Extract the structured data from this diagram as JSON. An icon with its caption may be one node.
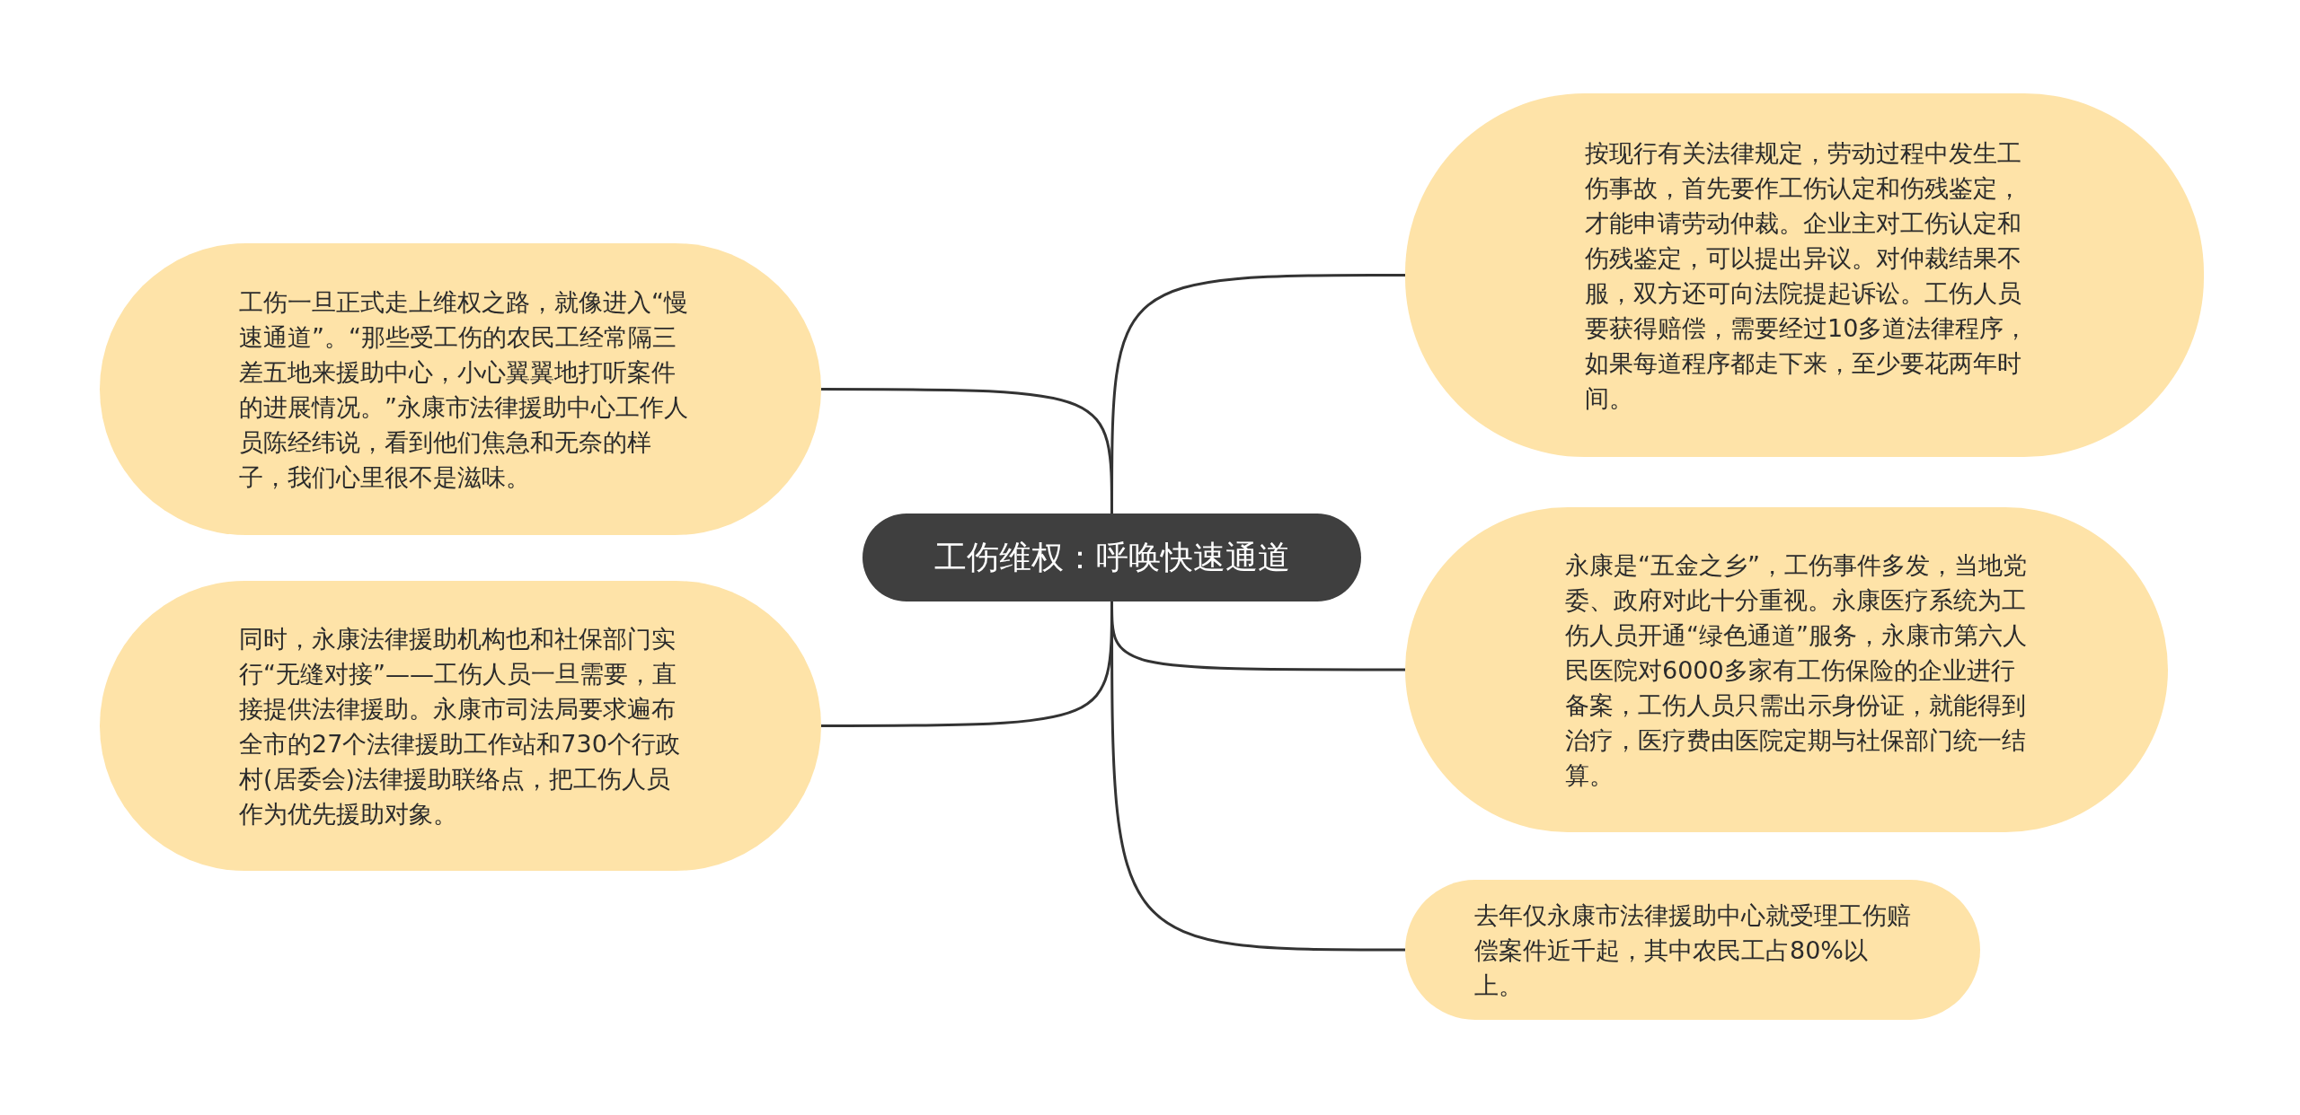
{
  "diagram": {
    "nodes": [
      {
        "text": [
          "工伤维权：呼唤快速通道"
        ]
      },
      {
        "text": [
          "工伤一旦正式走上维权之路，就像进入“慢速通道”。“那些受工伤的农民工经常隔三差五地来援助中心，小心翼翼地打听案件的进展情况。”永康市法律援助中心工作人员陈经纬说，看到他们焦急和无奈的样子，我们心里很不是滋味。"
        ]
      },
      {
        "text": [
          "同时，永康法律援助机构也和社保部门实行“无缝对接”——工伤人员一旦需要，直接提供法律援助。永康市司法局要求遍布全市的27个法律援助工作站和730个行政村(居委会)法律援助联络点，把工伤人员作为优先援助对象。"
        ]
      },
      {
        "text": [
          "按现行有关法律规定，劳动过程中发生工伤事故，首先要作工伤认定和伤残鉴定，才能申请劳动仲裁。企业主对工伤认定和伤残鉴定，可以提出异议。对仲裁结果不服，双方还可向法院提起诉讼。工伤人员要获得赔偿，需要经过10多道法律程序，如果每道程序都走下来，至少要花两年时间。"
        ]
      },
      {
        "text": [
          "永康是“五金之乡”，工伤事件多发，当地党委、政府对此十分重视。永康医疗系统为工伤人员开通“绿色通道”服务，永康市第六人民医院对6000多家有工伤保险的企业进行备案，工伤人员只需出示身份证，就能得到治疗，医疗费由医院定期与社保部门统一结算。"
        ]
      },
      {
        "text": [
          "去年仅永康市法律援助中心就受理工伤赔偿案件近千起，其中农民工占80%以上。"
        ]
      }
    ],
    "edges": [
      {
        "from": 0,
        "to": 1,
        "arrow": "none"
      },
      {
        "from": 0,
        "to": 2,
        "arrow": "none"
      },
      {
        "from": 0,
        "to": 3,
        "arrow": "none"
      },
      {
        "from": 0,
        "to": 4,
        "arrow": "none"
      },
      {
        "from": 0,
        "to": 5,
        "arrow": "none"
      }
    ]
  }
}
